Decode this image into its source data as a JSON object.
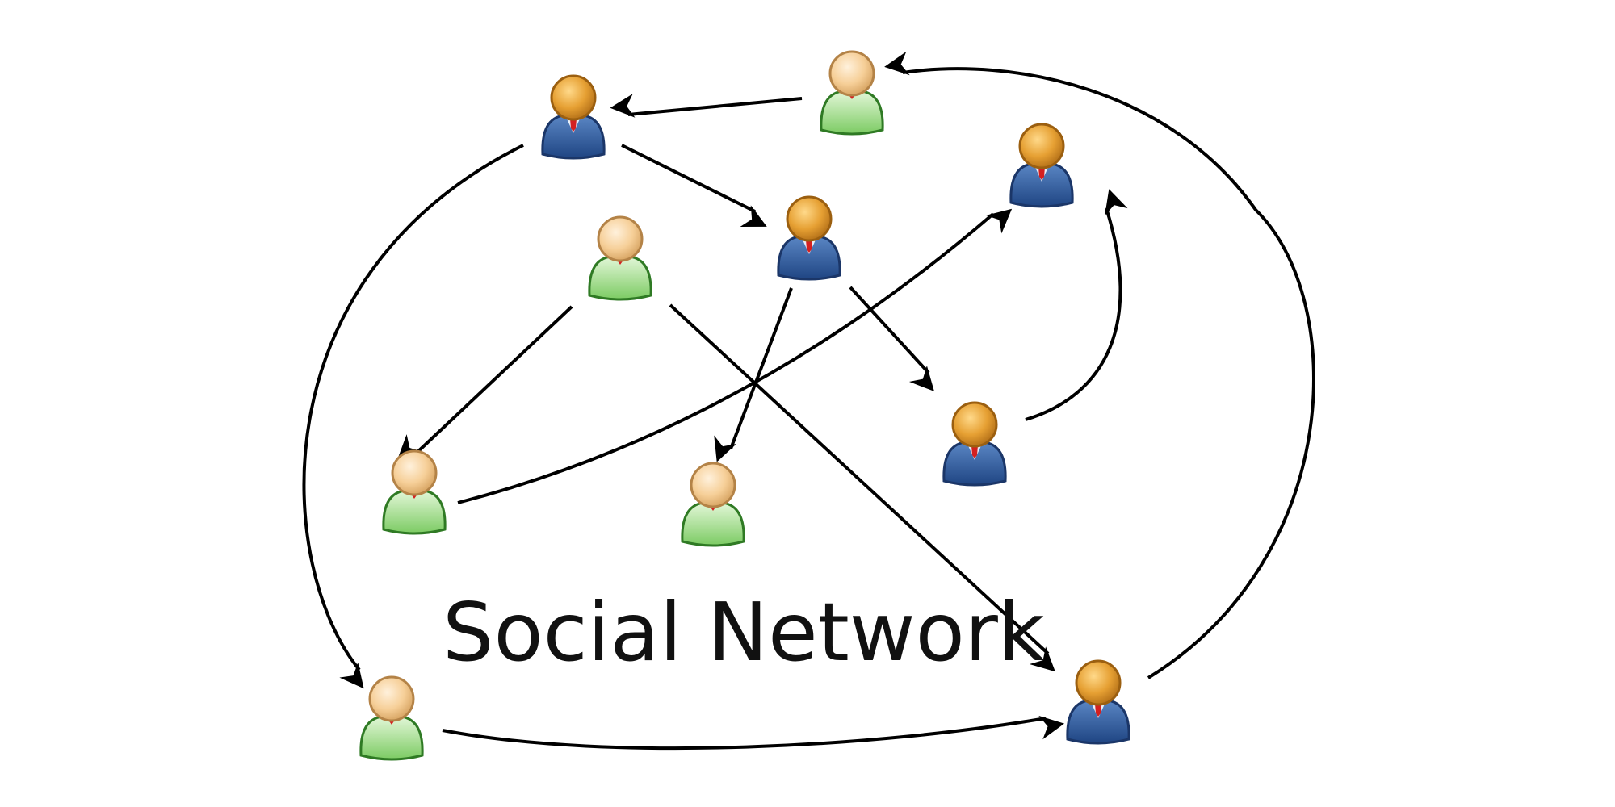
{
  "title": "Social Network",
  "colors": {
    "background": "#ffffff",
    "arrow": "#000000",
    "blue_person_body": "#2f5f9e",
    "blue_person_head": "#e09a2a",
    "green_person_body": "#8ed57a",
    "green_person_head": "#f3c88c",
    "tie": "#d42020"
  },
  "people": [
    {
      "id": "p1",
      "style": "blue",
      "icon": "person-blue-icon"
    },
    {
      "id": "p2",
      "style": "green",
      "icon": "person-green-icon"
    },
    {
      "id": "p3",
      "style": "blue",
      "icon": "person-blue-icon"
    },
    {
      "id": "p4",
      "style": "green",
      "icon": "person-green-icon"
    },
    {
      "id": "p5",
      "style": "blue",
      "icon": "person-blue-icon"
    },
    {
      "id": "p6",
      "style": "green",
      "icon": "person-green-icon"
    },
    {
      "id": "p7",
      "style": "blue",
      "icon": "person-blue-icon"
    },
    {
      "id": "p8",
      "style": "green",
      "icon": "person-green-icon"
    },
    {
      "id": "p9",
      "style": "green",
      "icon": "person-green-icon"
    },
    {
      "id": "p10",
      "style": "blue",
      "icon": "person-blue-icon"
    }
  ],
  "connections": [
    {
      "from": "p2",
      "to": "p1"
    },
    {
      "from": "p1",
      "to": "p5"
    },
    {
      "from": "p1",
      "to": "p9"
    },
    {
      "from": "p4",
      "to": "p6"
    },
    {
      "from": "p4",
      "to": "p10"
    },
    {
      "from": "p5",
      "to": "p8"
    },
    {
      "from": "p5",
      "to": "p7"
    },
    {
      "from": "p6",
      "to": "p3"
    },
    {
      "from": "p7",
      "to": "p3"
    },
    {
      "from": "p9",
      "to": "p10"
    },
    {
      "from": "p10",
      "to": "p2"
    }
  ]
}
